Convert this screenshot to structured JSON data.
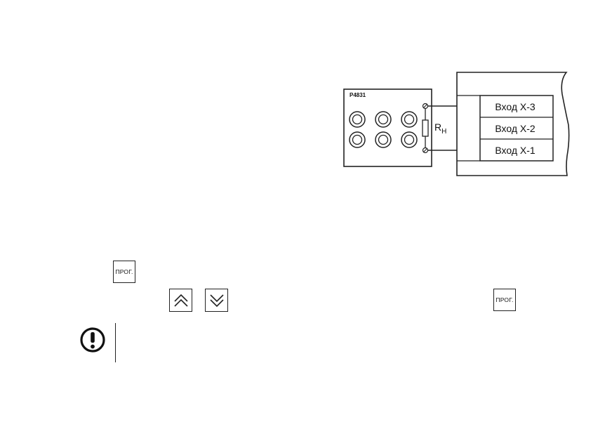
{
  "diagram": {
    "device_label": "P4831",
    "resistor_label": {
      "main": "R",
      "subscript": "Н"
    },
    "inputs": [
      {
        "label": "Вход Х-3"
      },
      {
        "label": "Вход Х-2"
      },
      {
        "label": "Вход Х-1"
      }
    ]
  },
  "keys": {
    "prog_label": "ПРОГ.",
    "up_icon": "double-chevron-up-icon",
    "down_icon": "double-chevron-down-icon"
  },
  "notice": {
    "icon": "exclamation-circle-icon"
  }
}
